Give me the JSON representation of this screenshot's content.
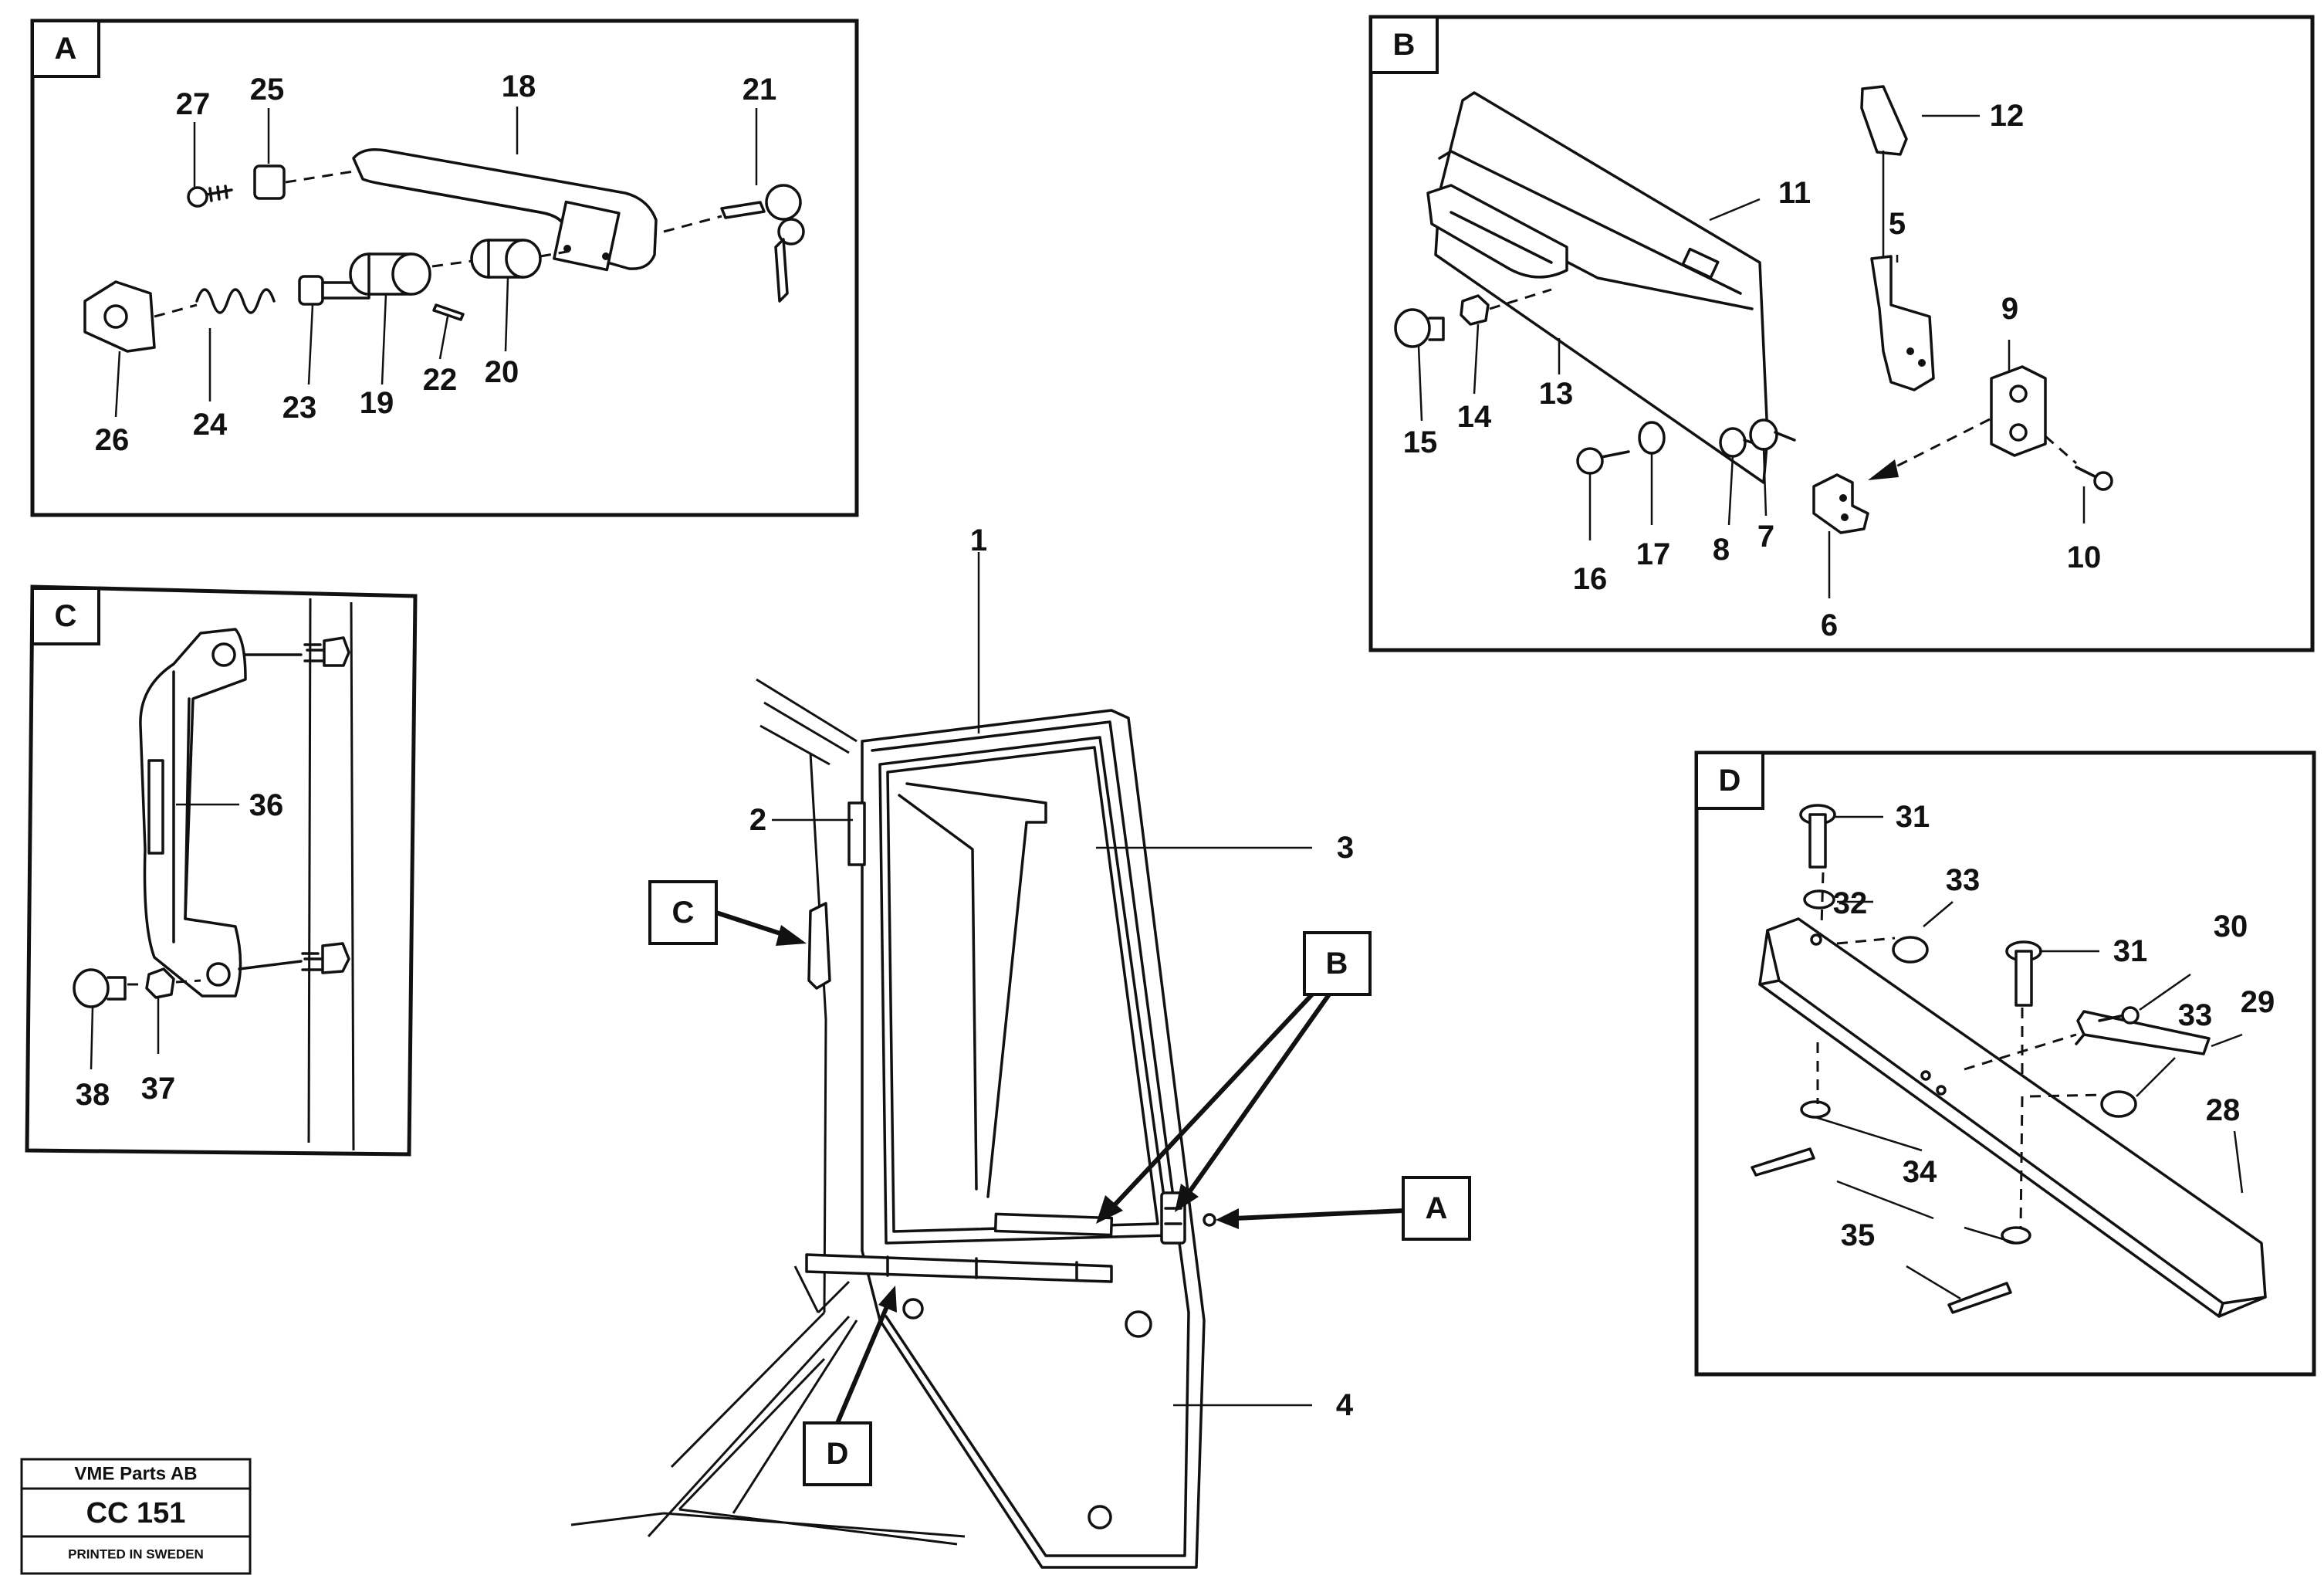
{
  "panels": {
    "A": {
      "tag": "A",
      "callouts": {
        "n27": "27",
        "n25": "25",
        "n18": "18",
        "n21": "21",
        "n26": "26",
        "n24": "24",
        "n23": "23",
        "n19": "19",
        "n22": "22",
        "n20": "20"
      }
    },
    "B": {
      "tag": "B",
      "callouts": {
        "n12": "12",
        "n11": "11",
        "n5": "5",
        "n9": "9",
        "n13": "13",
        "n14": "14",
        "n15": "15",
        "n16": "16",
        "n17": "17",
        "n8": "8",
        "n7": "7",
        "n6": "6",
        "n10": "10"
      }
    },
    "C": {
      "tag": "C",
      "callouts": {
        "n36": "36",
        "n38": "38",
        "n37": "37"
      }
    },
    "D": {
      "tag": "D",
      "callouts": {
        "n31a": "31",
        "n32": "32",
        "n33a": "33",
        "n31b": "31",
        "n30": "30",
        "n33b": "33",
        "n29": "29",
        "n28": "28",
        "n34": "34",
        "n35": "35"
      }
    }
  },
  "main": {
    "callouts": {
      "n1": "1",
      "n2": "2",
      "n3": "3",
      "n4": "4"
    },
    "refs": {
      "A": "A",
      "B": "B",
      "C": "C",
      "D": "D"
    }
  },
  "stamp": {
    "company": "VME Parts AB",
    "code": "CC 151",
    "printed": "PRINTED IN SWEDEN"
  }
}
